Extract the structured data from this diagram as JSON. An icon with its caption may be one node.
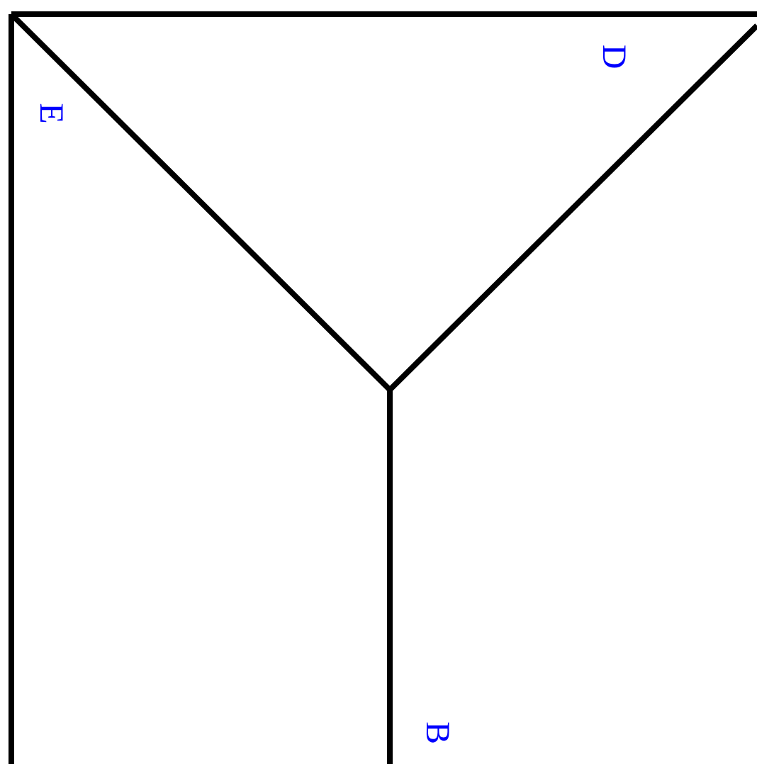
{
  "diagram": {
    "labels": [
      "D",
      "E",
      "B"
    ]
  }
}
